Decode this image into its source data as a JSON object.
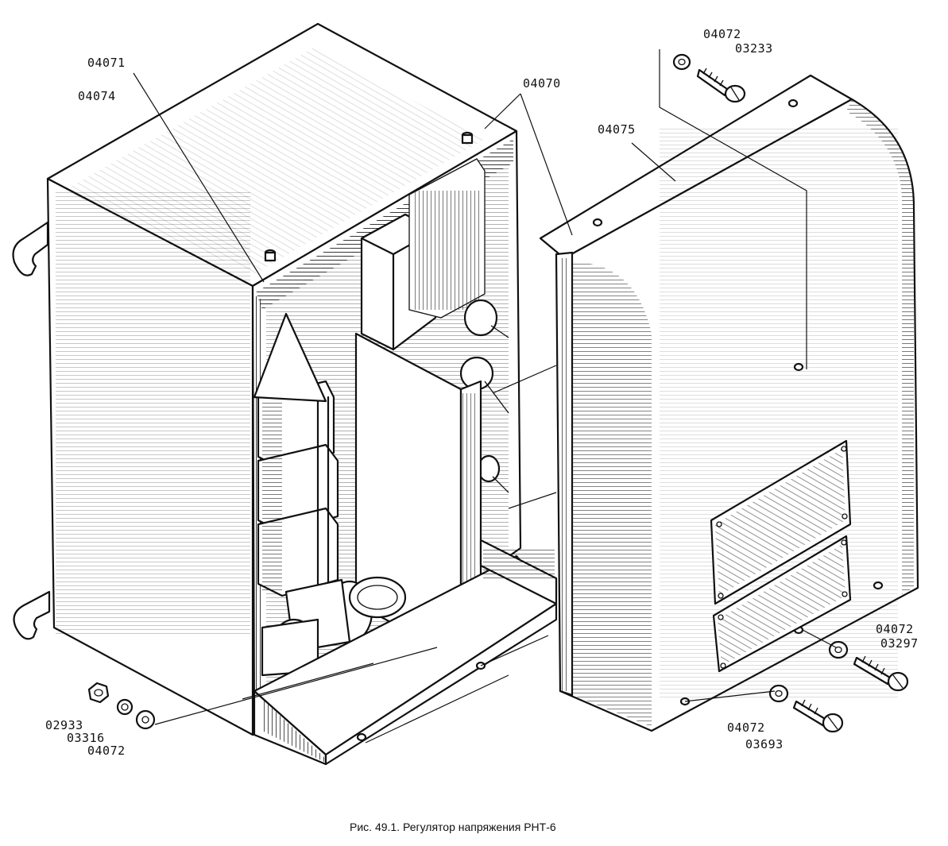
{
  "caption": "Рис. 49.1. Регулятор напряжения РНТ-6",
  "labels": {
    "p04071": "04071",
    "p04074": "04074",
    "p04070": "04070",
    "p04075": "04075",
    "p04072_top": "04072",
    "p03233": "03233",
    "p04072_right": "04072",
    "p03297": "03297",
    "p04072_bottom": "04072",
    "p03693": "03693",
    "p02933": "02933",
    "p03316": "03316",
    "p04072_left": "04072"
  }
}
